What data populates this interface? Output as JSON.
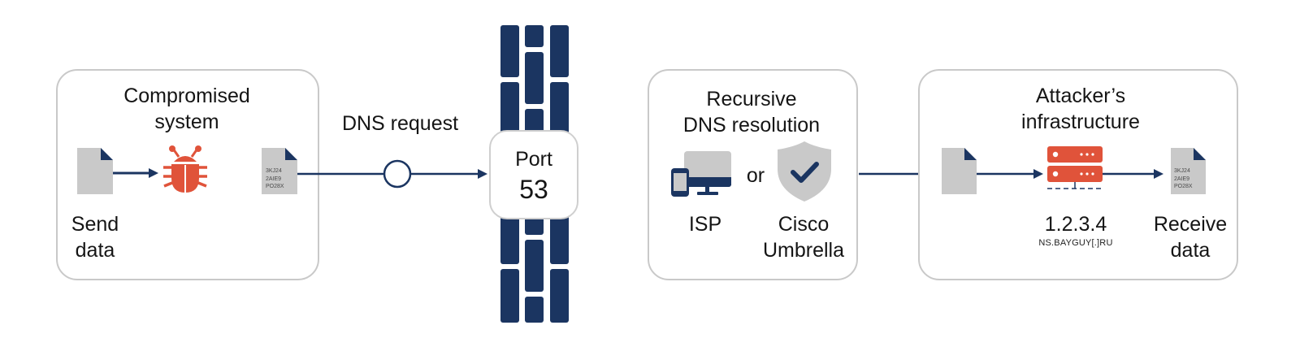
{
  "colors": {
    "navy": "#1b3561",
    "accent_red": "#e0533a",
    "doc_gray": "#c9c9c9",
    "box_border": "#c9c9c9"
  },
  "compromised": {
    "title": "Compromised\nsystem",
    "send_label": "Send\ndata",
    "encoded_lines": [
      "3KJ24",
      "2AIE9",
      "PO28X"
    ],
    "icons": [
      "document-icon",
      "bug-icon",
      "encoded-document-icon"
    ]
  },
  "dns_request": {
    "label": "DNS request"
  },
  "firewall": {
    "port_label": "Port",
    "port_number": "53"
  },
  "resolver": {
    "title": "Recursive\nDNS resolution",
    "or_label": "or",
    "isp_label": "ISP",
    "umbrella_label": "Cisco\nUmbrella"
  },
  "attacker": {
    "title": "Attacker’s\ninfrastructure",
    "ip": "1.2.3.4",
    "nameserver": "NS.BAYGUY[.]RU",
    "receive_label": "Receive\ndata",
    "encoded_lines": [
      "3KJ24",
      "2AIE9",
      "PO28X"
    ]
  }
}
